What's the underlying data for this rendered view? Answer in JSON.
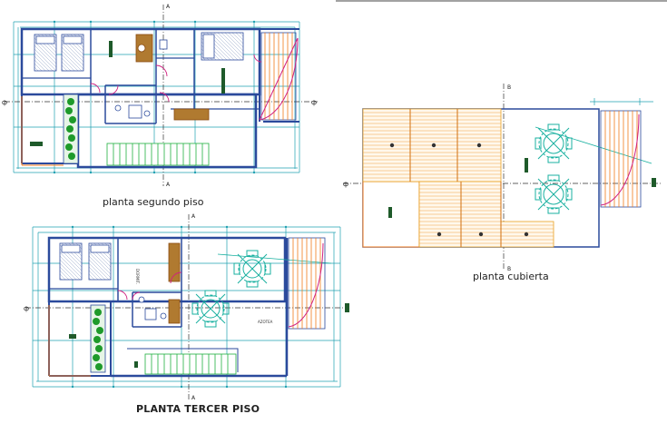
{
  "plans": [
    {
      "id": "segundo",
      "caption": "planta segundo piso"
    },
    {
      "id": "tercer",
      "caption": "PLANTA TERCER PISO"
    },
    {
      "id": "cubierta",
      "caption": "planta cubierta"
    }
  ],
  "axis_marks": {
    "axis_a": "A",
    "axis_b": "B"
  },
  "room_labels": {
    "dormitorio": "DORMIT.",
    "azotea": "AZOTEA"
  },
  "colors": {
    "wall": "#2b4a9c",
    "dimension": "#1fa0b0",
    "stair": "#20b040",
    "planter": "#1e9a2a",
    "door": "#d02080",
    "furniture": "#8a4a10",
    "deck": "#f07a1a",
    "axis": "#303030",
    "table": "#18b0a0",
    "counter": "#e8a020"
  }
}
